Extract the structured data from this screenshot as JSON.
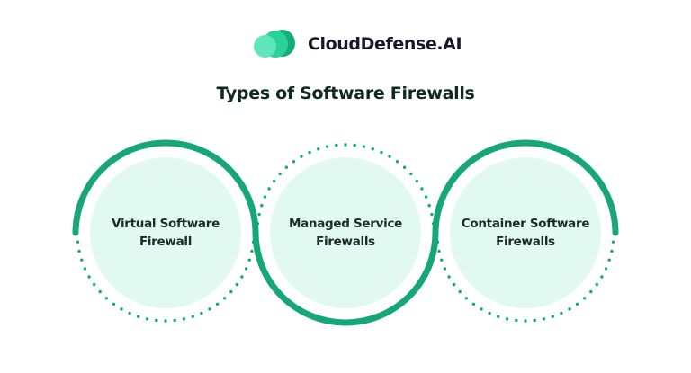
{
  "brand": {
    "name": "CloudDefense.AI",
    "logo_icon": "cloud-icon",
    "colors": {
      "light": "#5fe6bb",
      "mid": "#2bd196",
      "dark": "#17ad78",
      "text": "#16172b"
    }
  },
  "title": "Types of Software Firewalls",
  "colors": {
    "accent": "#17a678",
    "fill": "#e2f9f2",
    "text": "#1b2b27"
  },
  "items": [
    {
      "label_line1": "Virtual Software",
      "label_line2": "Firewall",
      "solid_arc": "top"
    },
    {
      "label_line1": "Managed Service",
      "label_line2": "Firewalls",
      "solid_arc": "bottom"
    },
    {
      "label_line1": "Container Software",
      "label_line2": "Firewalls",
      "solid_arc": "top"
    }
  ]
}
